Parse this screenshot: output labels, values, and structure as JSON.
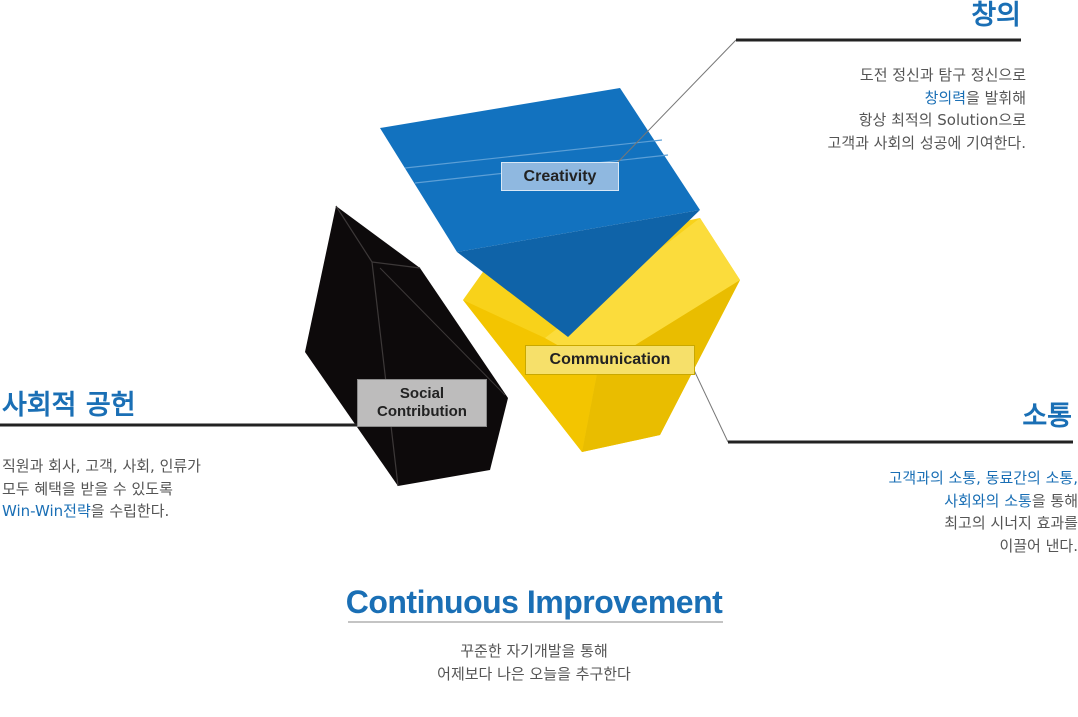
{
  "creativity": {
    "heading": "창의",
    "lines": [
      "도전 정신과 탐구 정신으로",
      "창의력",
      "을 발휘해",
      "항상 최적의 Solution으로",
      "고객과 사회의 성공에 기여한다."
    ],
    "box_label": "Creativity"
  },
  "communication": {
    "heading": "소통",
    "lines": [
      "고객과의 소통, 동료간의 소통,",
      "사회와의 소통",
      "을 통해",
      "최고의 시너지 효과를",
      "이끌어 낸다."
    ],
    "box_label": "Communication"
  },
  "social": {
    "heading": "사회적 공헌",
    "lines": [
      "직원과 회사, 고객, 사회, 인류가",
      "모두 혜택을 받을 수 있도록",
      "Win-Win전략",
      "을 수립한다."
    ],
    "box_label_1": "Social",
    "box_label_2": "Contribution"
  },
  "continuous": {
    "title": "Continuous Improvement",
    "line1": "꾸준한 자기개발을 통해",
    "line2": "어제보다 나은 오늘을 추구한다"
  },
  "colors": {
    "accent": "#1a6fb5",
    "blue": "#1272bf",
    "yellow": "#f5c800",
    "black": "#0d0a0b"
  }
}
